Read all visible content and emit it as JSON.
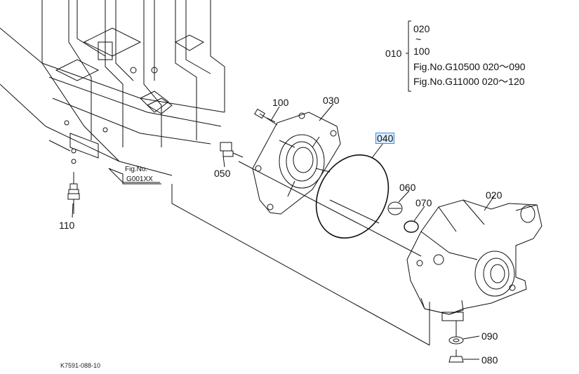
{
  "callouts": {
    "c010": "010",
    "c020a": "020",
    "c020b": "020",
    "c030": "030",
    "c040": "040",
    "c050": "050",
    "c060": "060",
    "c070": "070",
    "c080": "080",
    "c090": "090",
    "c100a": "100",
    "c100b": "100",
    "c110": "110",
    "tilde": "~"
  },
  "group_note": {
    "line1": "Fig.No.G10500  020～090",
    "line2": "Fig.No.G11000  020～120"
  },
  "fig_ref": {
    "line1": "Fig.No.",
    "line2": "G001XX"
  },
  "footer_code": "K7591-088-10",
  "colors": {
    "line": "#111111",
    "highlight_bg": "#d9ecff",
    "highlight_border": "#3a8ee6"
  }
}
